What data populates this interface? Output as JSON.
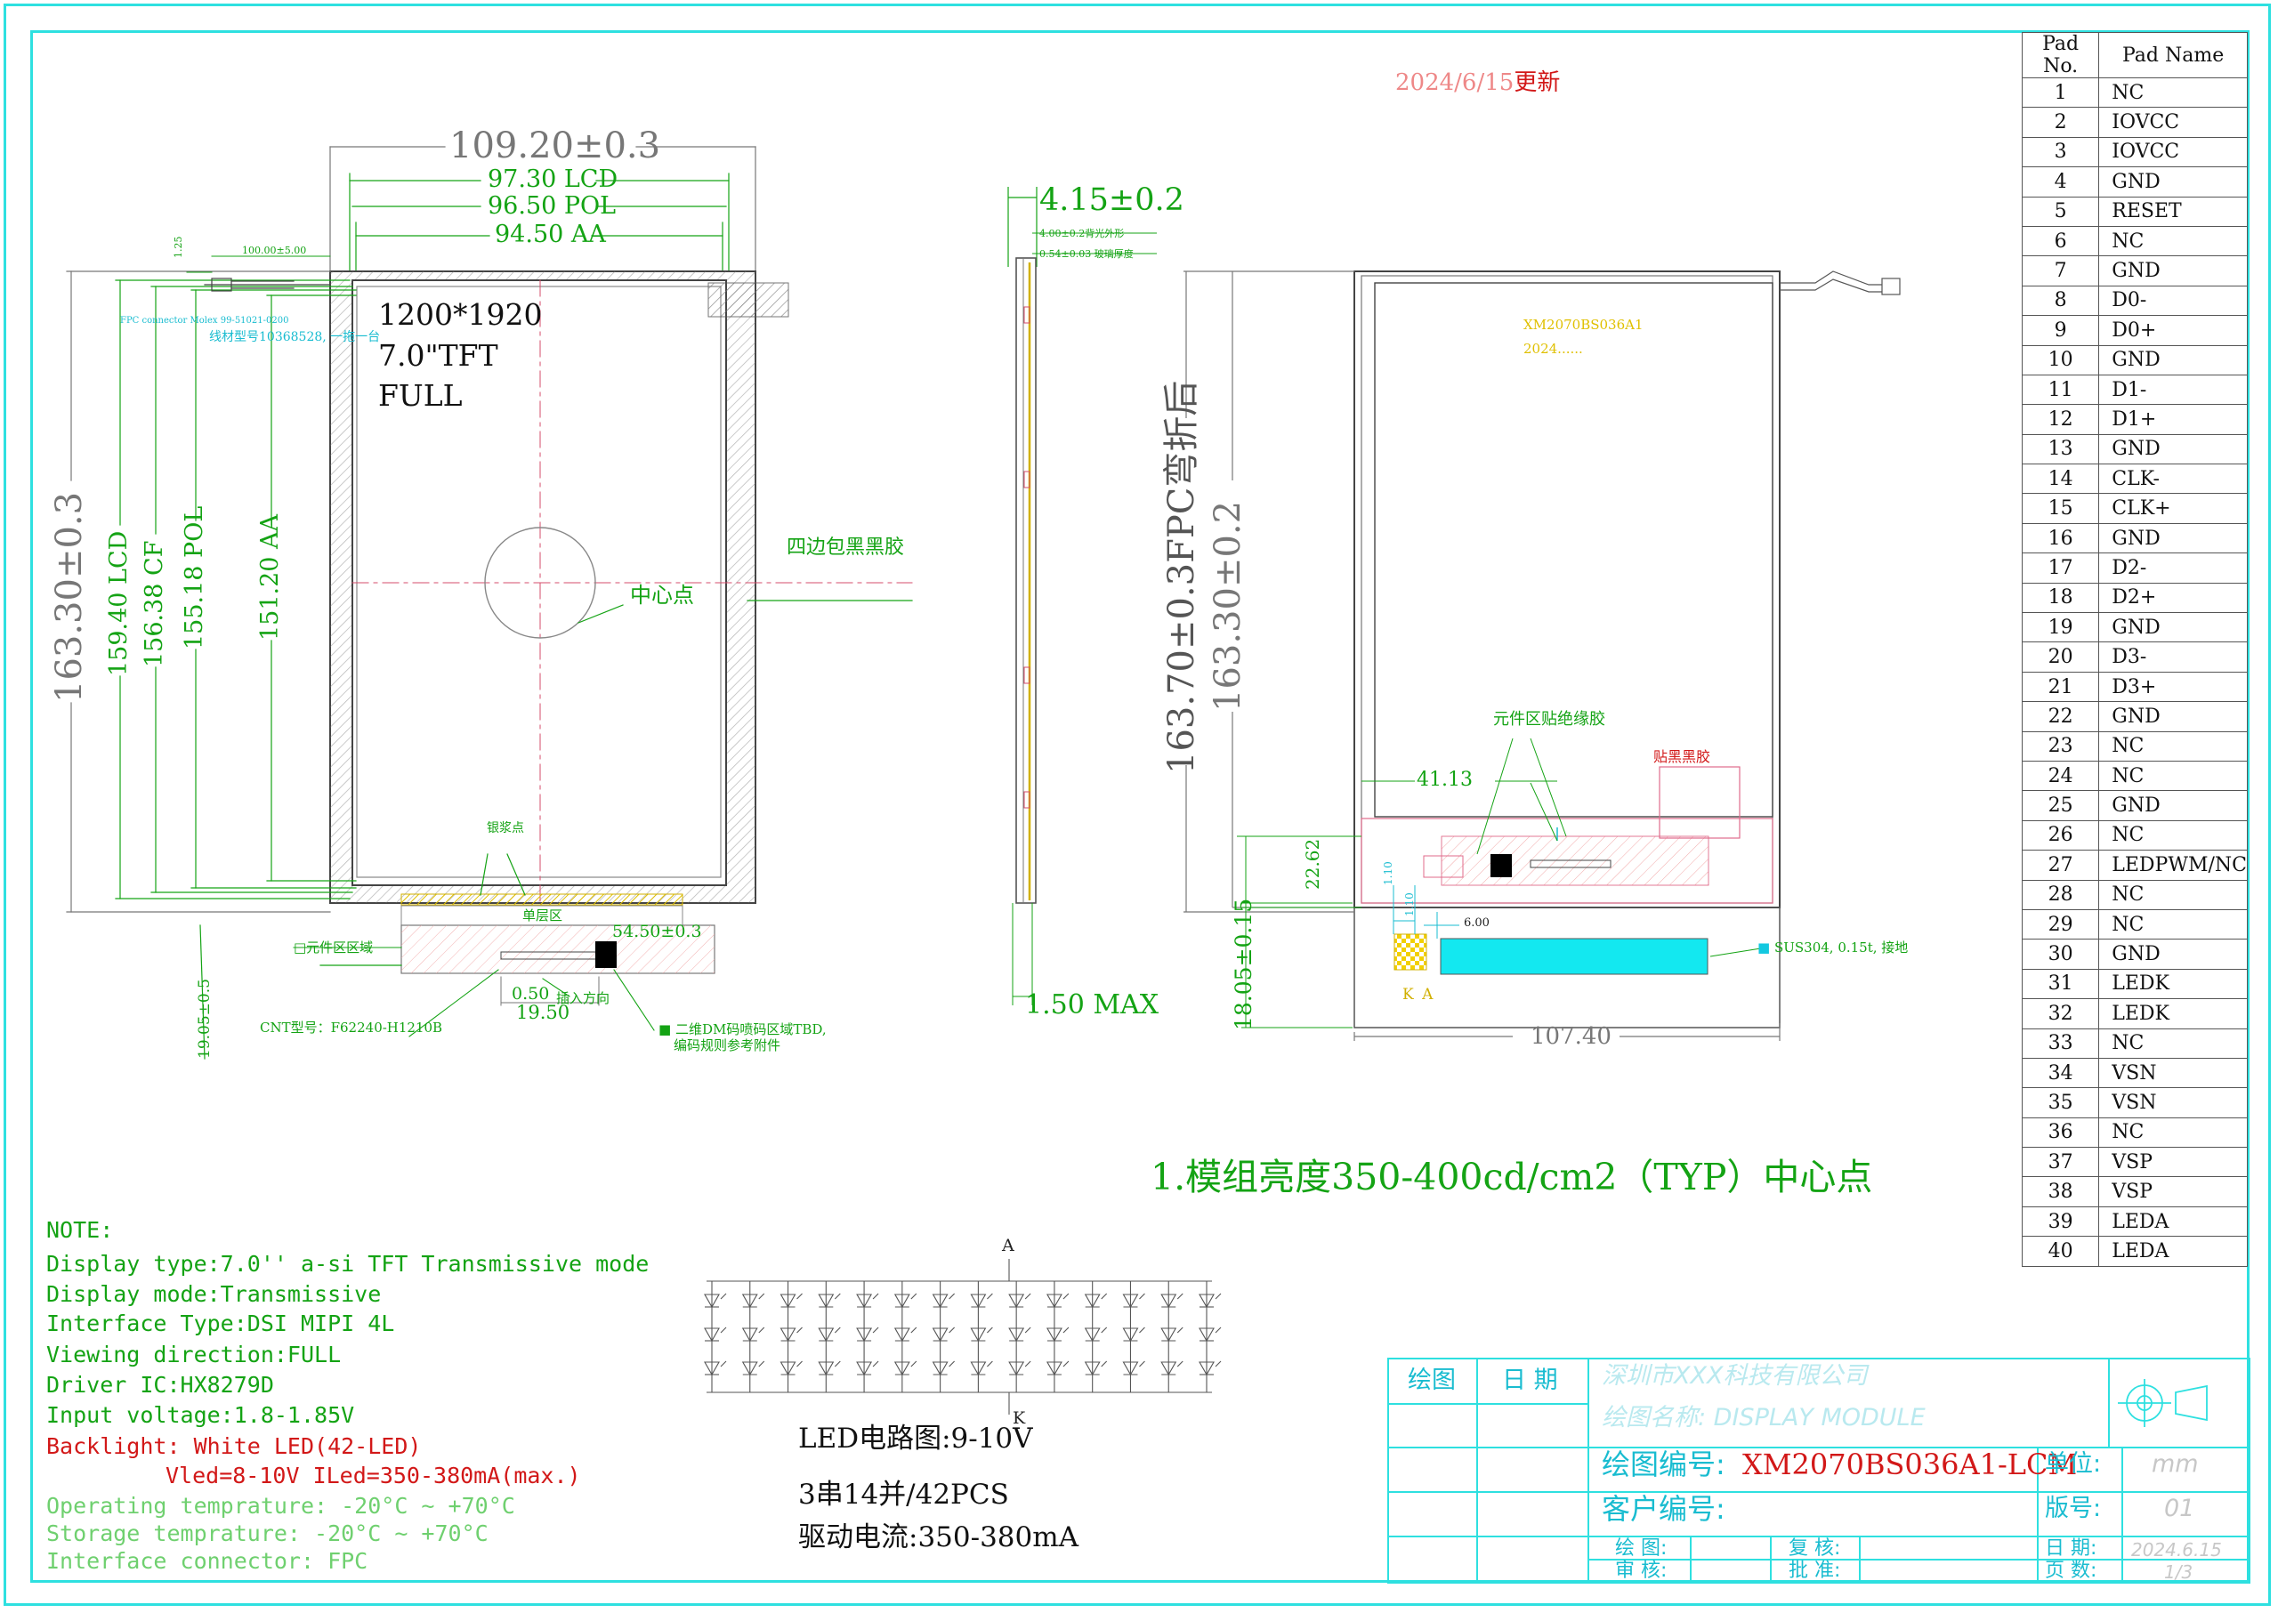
{
  "update_note": {
    "date": "2024/6/15",
    "word": "更新"
  },
  "front_view": {
    "dims": {
      "outline_width": "109.20±0.3",
      "lcd_width": "97.30 LCD",
      "pol_width": "96.50 POL",
      "aa_width": "94.50 AA",
      "outline_height": "163.30±0.3",
      "lcd_height": "159.40 LCD",
      "cf_height": "156.38 CF",
      "pol_height": "155.18 POL",
      "aa_height": "151.20 AA",
      "fpc_offset": "100.00±5.00",
      "small_125": "1.25",
      "conn_pitch": "0.50",
      "conn_width": "19.50",
      "conn_len": "54.50±0.3",
      "bottom_len": "19.05±0.5"
    },
    "resolution": "1200*1920",
    "size_label": "7.0\"TFT",
    "view_label": "FULL",
    "labels": {
      "black_tape": "四边包黑黑胶",
      "center_point": "中心点",
      "silver_dot": "银浆点",
      "single_layer": "单层区",
      "component_area": "□元件区区域",
      "insert_dir": "插入方向",
      "cnt_model": "CNT型号：F62240-H1210B",
      "dm_code": "二维DM码喷码区域TBD,",
      "dm_rule": "编码规则参考附件",
      "fpc_connector": "FPC connector Molex 99-51021-0200",
      "wire_model": "线材型号10368528, 一拖一台"
    }
  },
  "side_view": {
    "thickness": "4.15±0.2",
    "note1": "4.00±0.2背光外形",
    "note2": "0.54±0.03 玻璃厚度",
    "max": "1.50 MAX"
  },
  "back_view": {
    "fpc_bent_height": "163.70±0.3FPC弯折后",
    "outline_height": "163.30±0.2",
    "model_mark": "XM2070BS036A1",
    "date_mark": "2024......",
    "insulation": "元件区贴绝缘胶",
    "black_glue": "贴黑黑胶",
    "dim_4113": "41.13",
    "dim_2262": "22.62",
    "dim_110a": "1.10",
    "dim_110b": "1.10",
    "dim_600": "6.00",
    "dim_1805": "18.05±0.15",
    "dim_10740": "107.40",
    "sus_label": "SUS304, 0.15t, 接地",
    "ka_label": "K A"
  },
  "brightness_note": "1.模组亮度350-400cd/cm2（TYP）中心点",
  "pad_table": {
    "header_no": "Pad No.",
    "header_name": "Pad Name",
    "rows": [
      {
        "no": "1",
        "name": "NC"
      },
      {
        "no": "2",
        "name": "IOVCC"
      },
      {
        "no": "3",
        "name": "IOVCC"
      },
      {
        "no": "4",
        "name": "GND"
      },
      {
        "no": "5",
        "name": "RESET"
      },
      {
        "no": "6",
        "name": "NC"
      },
      {
        "no": "7",
        "name": "GND"
      },
      {
        "no": "8",
        "name": "D0-"
      },
      {
        "no": "9",
        "name": "D0+"
      },
      {
        "no": "10",
        "name": "GND"
      },
      {
        "no": "11",
        "name": "D1-"
      },
      {
        "no": "12",
        "name": "D1+"
      },
      {
        "no": "13",
        "name": "GND"
      },
      {
        "no": "14",
        "name": "CLK-"
      },
      {
        "no": "15",
        "name": "CLK+"
      },
      {
        "no": "16",
        "name": "GND"
      },
      {
        "no": "17",
        "name": "D2-"
      },
      {
        "no": "18",
        "name": "D2+"
      },
      {
        "no": "19",
        "name": "GND"
      },
      {
        "no": "20",
        "name": "D3-"
      },
      {
        "no": "21",
        "name": "D3+"
      },
      {
        "no": "22",
        "name": "GND"
      },
      {
        "no": "23",
        "name": "NC"
      },
      {
        "no": "24",
        "name": "NC"
      },
      {
        "no": "25",
        "name": "GND"
      },
      {
        "no": "26",
        "name": "NC"
      },
      {
        "no": "27",
        "name": "LEDPWM/NC"
      },
      {
        "no": "28",
        "name": "NC"
      },
      {
        "no": "29",
        "name": "NC"
      },
      {
        "no": "30",
        "name": "GND"
      },
      {
        "no": "31",
        "name": "LEDK"
      },
      {
        "no": "32",
        "name": "LEDK"
      },
      {
        "no": "33",
        "name": "NC"
      },
      {
        "no": "34",
        "name": "VSN"
      },
      {
        "no": "35",
        "name": "VSN"
      },
      {
        "no": "36",
        "name": "NC"
      },
      {
        "no": "37",
        "name": "VSP"
      },
      {
        "no": "38",
        "name": "VSP"
      },
      {
        "no": "39",
        "name": "LEDA"
      },
      {
        "no": "40",
        "name": "LEDA"
      }
    ]
  },
  "notes": {
    "heading": "NOTE:",
    "display_type": "Display type:7.0'' a-si TFT Transmissive mode",
    "display_mode": "Display mode:Transmissive",
    "interface": "Interface Type:DSI MIPI 4L",
    "viewing": "Viewing direction:FULL",
    "driver": "Driver IC:HX8279D",
    "input_voltage": "Input voltage:1.8-1.85V",
    "backlight": "Backlight: White LED(42-LED)",
    "vled": "Vled=8-10V ILed=350-380mA(max.)",
    "operating": "Operating temprature: -20°C ~ +70°C",
    "storage": "Storage temprature: -20°C ~ +70°C",
    "connector": "Interface connector: FPC"
  },
  "led_circuit": {
    "anode": "A",
    "cathode": "K",
    "title": "LED电路图:9-10V",
    "config": "3串14并/42PCS",
    "current": "驱动电流:350-380mA"
  },
  "title_block": {
    "draw_label": "绘图",
    "date_label": "日 期",
    "ghost_row1": "深圳市XXX科技有限公司",
    "ghost_row2": "绘图名称: DISPLAY MODULE",
    "drawing_no_label": "绘图编号:",
    "drawing_no": "XM2070BS036A1-LCM",
    "customer_label": "客户编号:",
    "unit_label": "单位:",
    "unit_value": "mm",
    "version_label": "版号:",
    "version_value": "01",
    "drafter_label": "绘 图:",
    "checker_label": "复 核:",
    "reviewer_label": "审 核:",
    "approver_label": "批 准:",
    "date_row_label": "日 期:",
    "date_value": "2024.6.15",
    "page_label": "页 数:",
    "page_value": "1/3"
  },
  "colors": {
    "frame": "#2ee0e0",
    "dim": "#14a314",
    "red": "#d21818",
    "cyan": "#19bcd0",
    "sus_fill": "#13e8f0"
  }
}
